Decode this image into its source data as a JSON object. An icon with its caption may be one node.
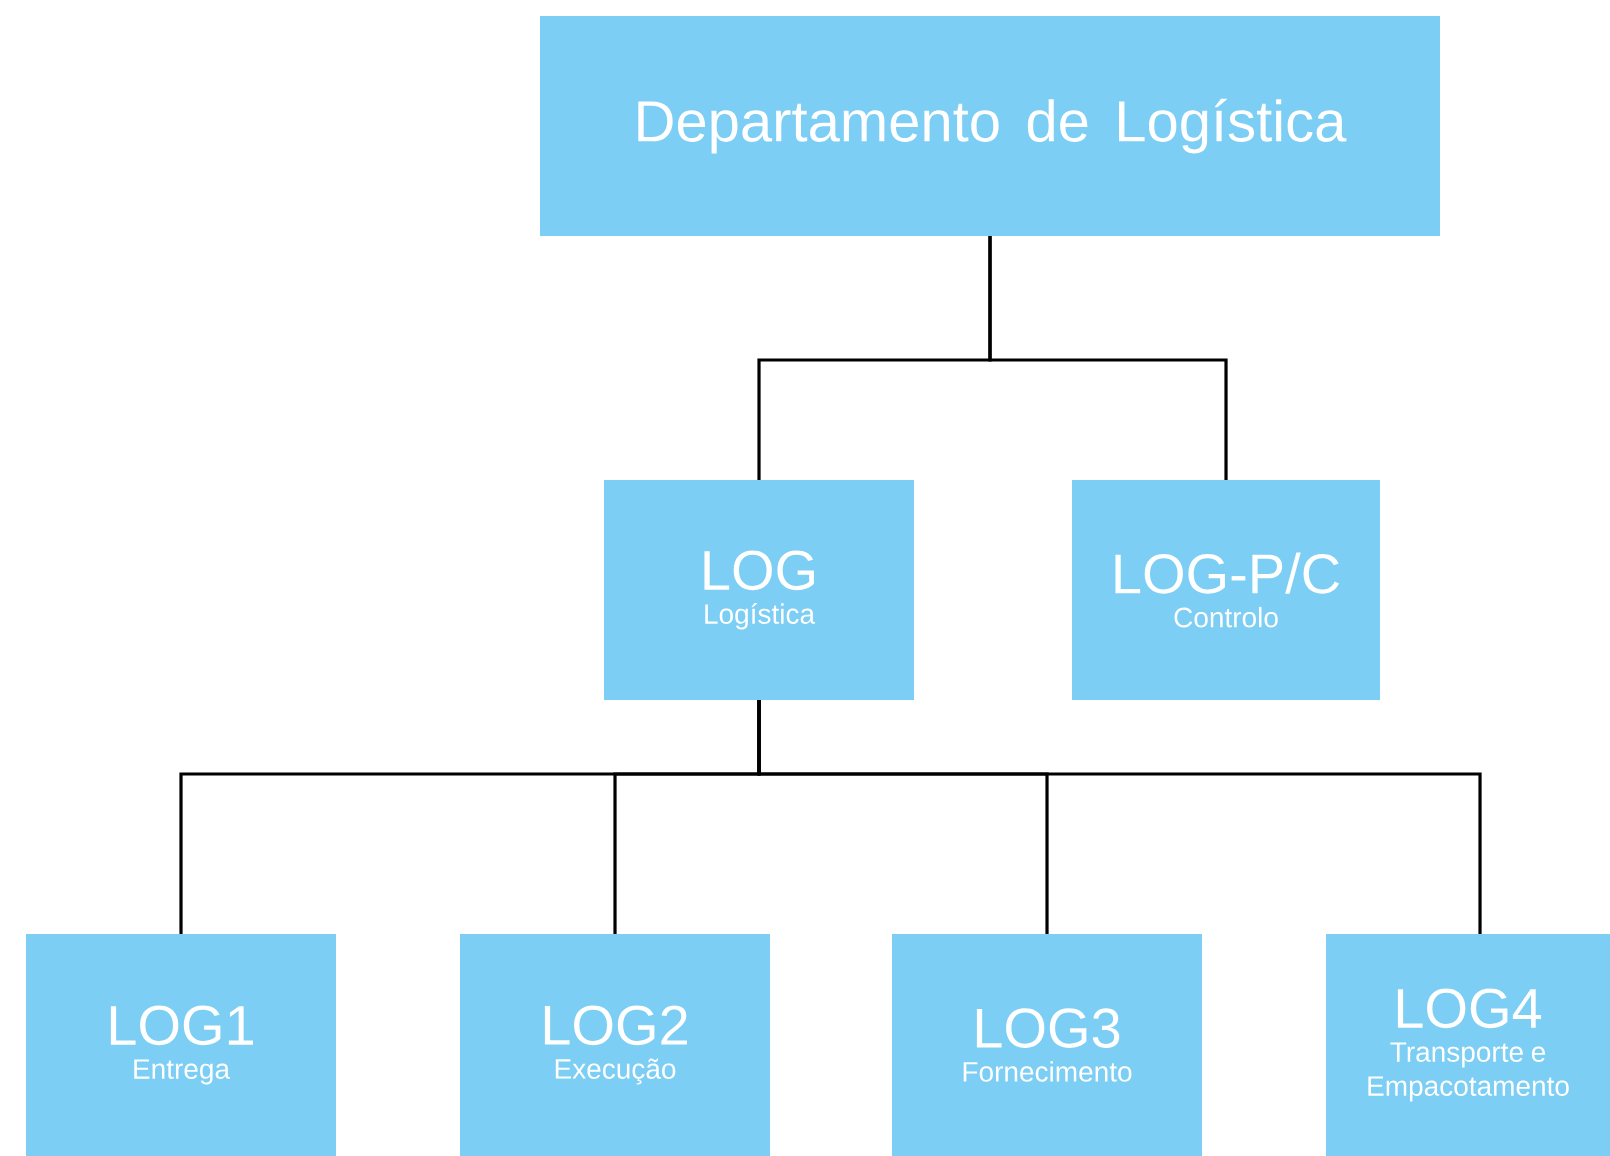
{
  "diagram": {
    "nodes": [
      {
        "text": [
          "Departamento de Logística"
        ]
      },
      {
        "text": [
          "LOG",
          "Logística"
        ]
      },
      {
        "text": [
          "LOG-P/C",
          "Controlo"
        ]
      },
      {
        "text": [
          "LOG1",
          "Entrega"
        ]
      },
      {
        "text": [
          "LOG2",
          "Execução"
        ]
      },
      {
        "text": [
          "LOG3",
          "Fornecimento"
        ]
      },
      {
        "text": [
          "LOG4",
          "Transporte e Empacotamento"
        ]
      }
    ],
    "edges": [
      {
        "from": 0,
        "to": 1,
        "arrow": "none"
      },
      {
        "from": 0,
        "to": 2,
        "arrow": "none"
      },
      {
        "from": 1,
        "to": 3,
        "arrow": "none"
      },
      {
        "from": 1,
        "to": 4,
        "arrow": "none"
      },
      {
        "from": 1,
        "to": 5,
        "arrow": "none"
      },
      {
        "from": 1,
        "to": 6,
        "arrow": "none"
      }
    ]
  }
}
